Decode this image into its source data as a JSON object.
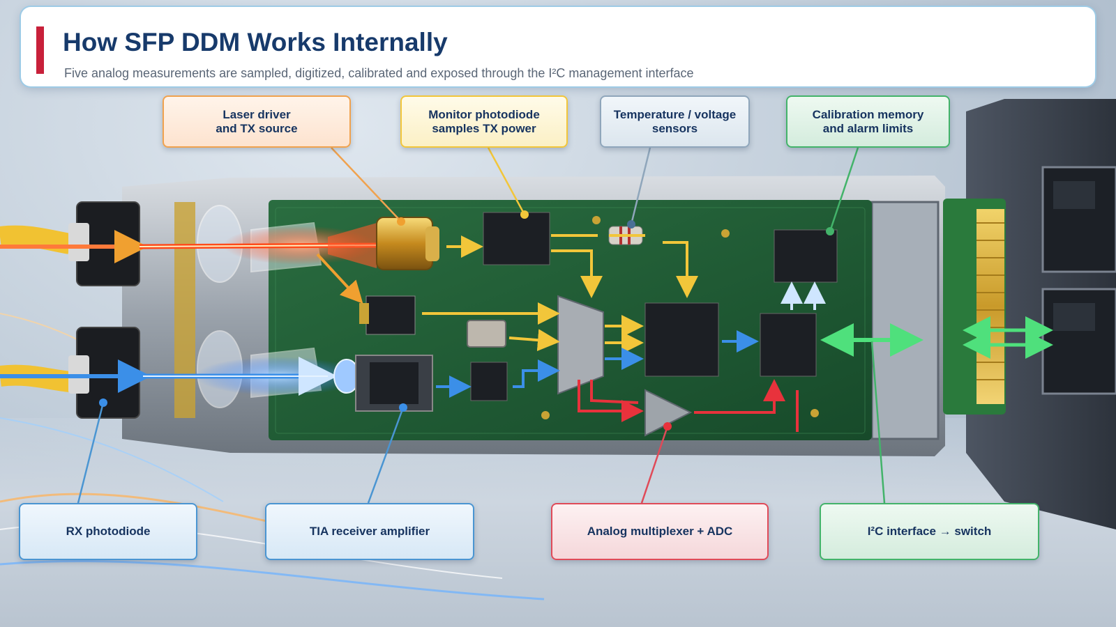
{
  "header": {
    "title": "How SFP DDM Works Internally",
    "subtitle": "Five analog measurements are sampled, digitized, calibrated and exposed through the I²C management interface"
  },
  "callouts": {
    "laser": "Laser driver\nand TX source",
    "monitor": "Monitor photodiode\nsamples TX power",
    "sensors": "Temperature / voltage\nsensors",
    "calibration": "Calibration memory\nand alarm limits",
    "rx": "RX photodiode",
    "tia": "TIA receiver amplifier",
    "adc": "Analog multiplexer + ADC",
    "i2c": "I²C interface → switch"
  },
  "colors": {
    "tx_beam": "#ff5a2a",
    "rx_beam": "#2f8cff",
    "leader_orange": "#f0a24e",
    "leader_yellow": "#f2c63a",
    "leader_gray": "#8fa6bb",
    "leader_green": "#43b36a",
    "leader_blue": "#4a95d2",
    "leader_red": "#e04a58",
    "pcb": "#1f5a34",
    "fiber": "#f1c232",
    "title": "#173a6b",
    "accent_bar": "#c8203a"
  }
}
